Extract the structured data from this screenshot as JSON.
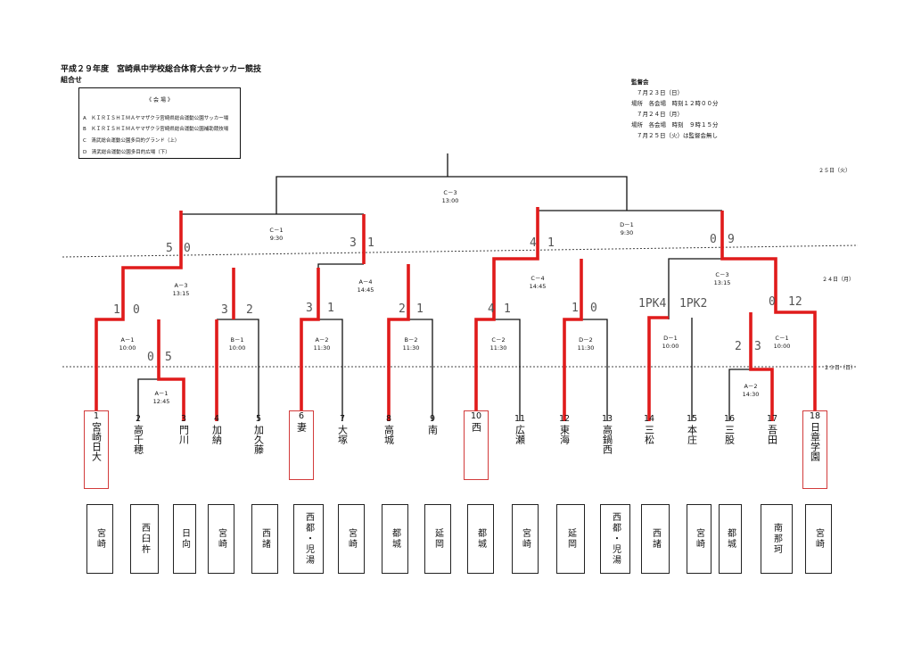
{
  "header": {
    "title": "平成２９年度　宮崎県中学校総合体育大会サッカー競技",
    "subtitle": "組合せ"
  },
  "legend": {
    "title": "《 会 場 》",
    "items": [
      "A　ＫＩＲＩＳＨＩＭＡヤマザクラ宮崎県総合運動公園サッカー場",
      "B　ＫＩＲＩＳＨＩＭＡヤマザクラ宮崎県総合運動公園補助競技場",
      "C　清武総合運動公園多目的グランド（上）",
      "D　清武総合運動公園多目的広場（下）"
    ]
  },
  "meeting": {
    "title": "監督会",
    "lines": [
      "７月２３日（日）",
      "場所　各会場　時刻１２時００分",
      "７月２４日（月）",
      "場所　各会場　時刻　９時１５分",
      "７月２５日（火）は監督会無し"
    ]
  },
  "days": {
    "d25": "２５日（火）",
    "d24": "２４日（月）",
    "d23": "２３日（日）"
  },
  "matches": {
    "final": {
      "code": "C－3",
      "time": "13:00"
    },
    "semi_l": {
      "code": "C－1",
      "time": "9:30"
    },
    "semi_r": {
      "code": "D－1",
      "time": "9:30"
    },
    "qf1": {
      "code": "A－3",
      "time": "13:15"
    },
    "qf2": {
      "code": "A－4",
      "time": "14:45"
    },
    "qf3": {
      "code": "C－4",
      "time": "14:45"
    },
    "qf4": {
      "code": "C－3",
      "time": "13:15"
    },
    "r1": {
      "code": "A－1",
      "time": "10:00"
    },
    "r1b": {
      "code": "A－1",
      "time": "12:45"
    },
    "r2": {
      "code": "B－1",
      "time": "10:00"
    },
    "r3": {
      "code": "A－2",
      "time": "11:30"
    },
    "r4": {
      "code": "B－2",
      "time": "11:30"
    },
    "r5": {
      "code": "C－2",
      "time": "11:30"
    },
    "r6": {
      "code": "D－2",
      "time": "11:30"
    },
    "r7": {
      "code": "D－1",
      "time": "10:00"
    },
    "r8": {
      "code": "C－1",
      "time": "10:00"
    },
    "r8b": {
      "code": "A－2",
      "time": "14:30"
    }
  },
  "scores": [
    {
      "text": "5",
      "slot": 0
    },
    {
      "text": "0",
      "slot": 1
    },
    {
      "text": "3",
      "slot": 2
    },
    {
      "text": "1",
      "slot": 3
    },
    {
      "text": "4",
      "slot": 4
    },
    {
      "text": "1",
      "slot": 5
    },
    {
      "text": "0",
      "slot": 6
    },
    {
      "text": "9",
      "slot": 7
    },
    {
      "text": "1",
      "slot": 8
    },
    {
      "text": "0",
      "slot": 9
    },
    {
      "text": "3",
      "slot": 10
    },
    {
      "text": "2",
      "slot": 11
    },
    {
      "text": "3",
      "slot": 12
    },
    {
      "text": "1",
      "slot": 13
    },
    {
      "text": "2",
      "slot": 14
    },
    {
      "text": "1",
      "slot": 15
    },
    {
      "text": "4",
      "slot": 16
    },
    {
      "text": "1",
      "slot": 17
    },
    {
      "text": "1",
      "slot": 18
    },
    {
      "text": "0",
      "slot": 19
    },
    {
      "text": "1PK4",
      "slot": 20
    },
    {
      "text": "1PK2",
      "slot": 21
    },
    {
      "text": "0",
      "slot": 22
    },
    {
      "text": "12",
      "slot": 23
    },
    {
      "text": "0",
      "slot": 24
    },
    {
      "text": "5",
      "slot": 25
    },
    {
      "text": "2",
      "slot": 26
    },
    {
      "text": "3",
      "slot": 27
    }
  ],
  "teams": [
    {
      "num": "1",
      "name": "宮崎日大",
      "boxed": true
    },
    {
      "num": "2",
      "name": "高千穂",
      "boxed": false
    },
    {
      "num": "3",
      "name": "門川",
      "boxed": false
    },
    {
      "num": "4",
      "name": "加納",
      "boxed": false
    },
    {
      "num": "5",
      "name": "加久藤",
      "boxed": false
    },
    {
      "num": "6",
      "name": "妻",
      "boxed": true
    },
    {
      "num": "7",
      "name": "大塚",
      "boxed": false
    },
    {
      "num": "8",
      "name": "高城",
      "boxed": false
    },
    {
      "num": "9",
      "name": "南",
      "boxed": false
    },
    {
      "num": "10",
      "name": "西",
      "boxed": true
    },
    {
      "num": "11",
      "name": "広瀬",
      "boxed": false
    },
    {
      "num": "12",
      "name": "東海",
      "boxed": false
    },
    {
      "num": "13",
      "name": "高鍋西",
      "boxed": false
    },
    {
      "num": "14",
      "name": "三松",
      "boxed": false
    },
    {
      "num": "15",
      "name": "本庄",
      "boxed": false
    },
    {
      "num": "16",
      "name": "三股",
      "boxed": false
    },
    {
      "num": "17",
      "name": "吾田",
      "boxed": false
    },
    {
      "num": "18",
      "name": "日章学園",
      "boxed": true
    }
  ],
  "regions": [
    "宮崎",
    "西臼杵",
    "日向",
    "宮崎",
    "西諸",
    "西都・児湯",
    "宮崎",
    "都城",
    "延岡",
    "都城",
    "宮崎",
    "延岡",
    "西都・児湯",
    "西諸",
    "宮崎",
    "都城",
    "南那珂",
    "宮崎"
  ],
  "colors": {
    "winner": "#e01b1b",
    "line": "#111111"
  }
}
